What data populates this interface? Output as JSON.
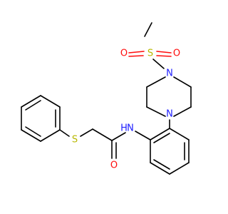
{
  "molecule": {
    "atoms": {
      "sulfur_sulfonyl": "S",
      "oxygen_left": "O",
      "oxygen_right": "O",
      "nitrogen_piperazine_top": "N",
      "nitrogen_piperazine_bottom": "N",
      "nitrogen_amide": "N",
      "hydrogen_amide": "H",
      "oxygen_carbonyl": "O",
      "sulfur_thioether": "S"
    },
    "colors": {
      "carbon_bond": "#000000",
      "nitrogen": "#2020ff",
      "oxygen": "#ff0d0d",
      "sulfur": "#b8b800"
    }
  }
}
